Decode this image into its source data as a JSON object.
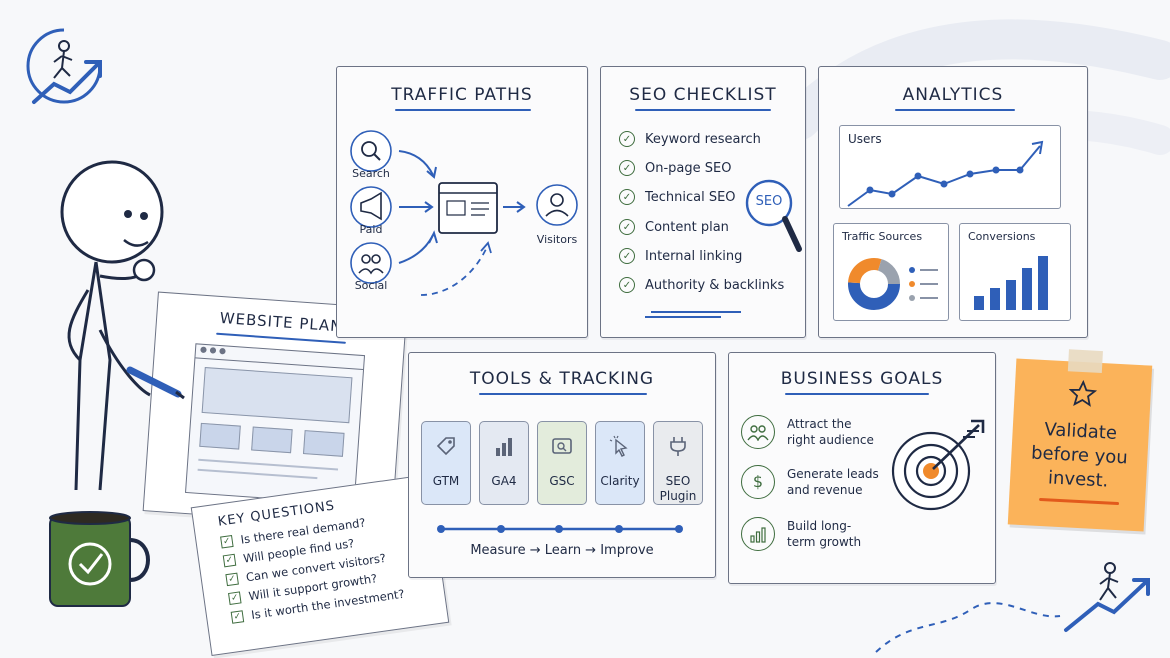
{
  "traffic_paths": {
    "title": "TRAFFIC PATHS",
    "sources": [
      "Search",
      "Paid",
      "Social"
    ],
    "destination": "Visitors"
  },
  "seo_checklist": {
    "title": "SEO CHECKLIST",
    "items": [
      "Keyword research",
      "On-page SEO",
      "Technical SEO",
      "Content plan",
      "Internal linking",
      "Authority & backlinks"
    ],
    "badge": "SEO"
  },
  "analytics": {
    "title": "ANALYTICS",
    "users_label": "Users",
    "traffic_sources_label": "Traffic Sources",
    "conversions_label": "Conversions"
  },
  "tools_tracking": {
    "title": "TOOLS & TRACKING",
    "tools": [
      "GTM",
      "GA4",
      "GSC",
      "Clarity",
      "SEO Plugin"
    ],
    "flow": "Measure → Learn → Improve"
  },
  "business_goals": {
    "title": "BUSINESS GOALS",
    "goals": [
      "Attract the right audience",
      "Generate leads and revenue",
      "Build long-term growth"
    ]
  },
  "website_plan": {
    "title": "WEBSITE PLAN"
  },
  "key_questions": {
    "title": "KEY QUESTIONS",
    "items": [
      "Is there real demand?",
      "Will people find us?",
      "Can we convert visitors?",
      "Will it support growth?",
      "Is it worth the investment?"
    ]
  },
  "sticky_note": {
    "text": "Validate before you invest."
  },
  "colors": {
    "accent": "#2f5fb8",
    "orange": "#f08a2c",
    "green": "#3f6d3f",
    "mug": "#4e7a3a",
    "sticky": "#fbb35a"
  }
}
